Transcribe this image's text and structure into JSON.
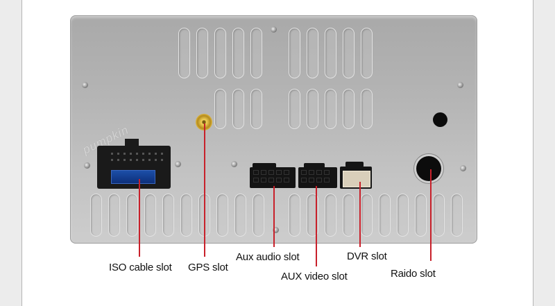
{
  "title": "Car stereo rear panel connections",
  "watermark": "pumpkin",
  "colors": {
    "callout_line": "#c8202a",
    "panel": "#b8b8b8",
    "iso_blue": "#1c4fa8",
    "gps_gold": "#e2b83a"
  },
  "labels": {
    "iso": "ISO cable slot",
    "gps": "GPS slot",
    "aux_audio": "Aux audio slot",
    "aux_video": "AUX video slot",
    "dvr": "DVR slot",
    "radio": "Raido slot"
  }
}
